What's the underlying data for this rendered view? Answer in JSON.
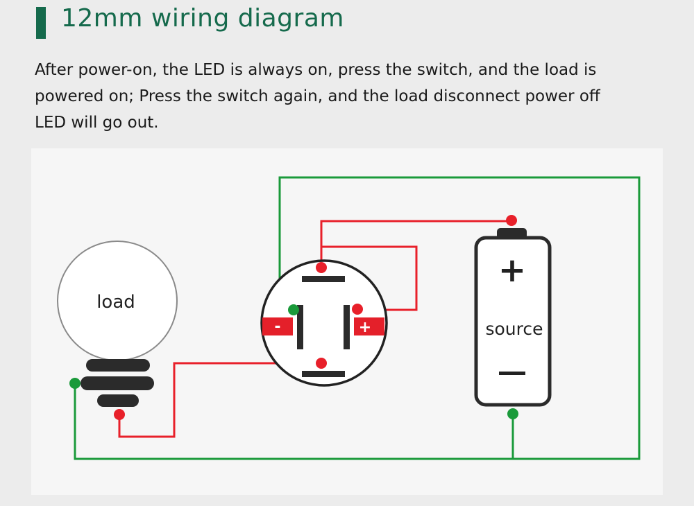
{
  "heading": {
    "title": "12mm wiring diagram"
  },
  "description": {
    "line1": "After power-on, the LED is always on, press the switch, and the load is",
    "line2": "powered on; Press the switch again, and the load disconnect power off",
    "line3": "LED will go out."
  },
  "diagram": {
    "load_label": "load",
    "source_label": "source",
    "source_plus": "+",
    "source_minus": "−",
    "switch_minus": "-",
    "switch_plus": "+",
    "colors": {
      "accent": "#156a4c",
      "positive_wire": "#e8202a",
      "negative_wire": "#1a9a3a",
      "outline": "#222222",
      "terminal_red": "#e4202a"
    }
  }
}
